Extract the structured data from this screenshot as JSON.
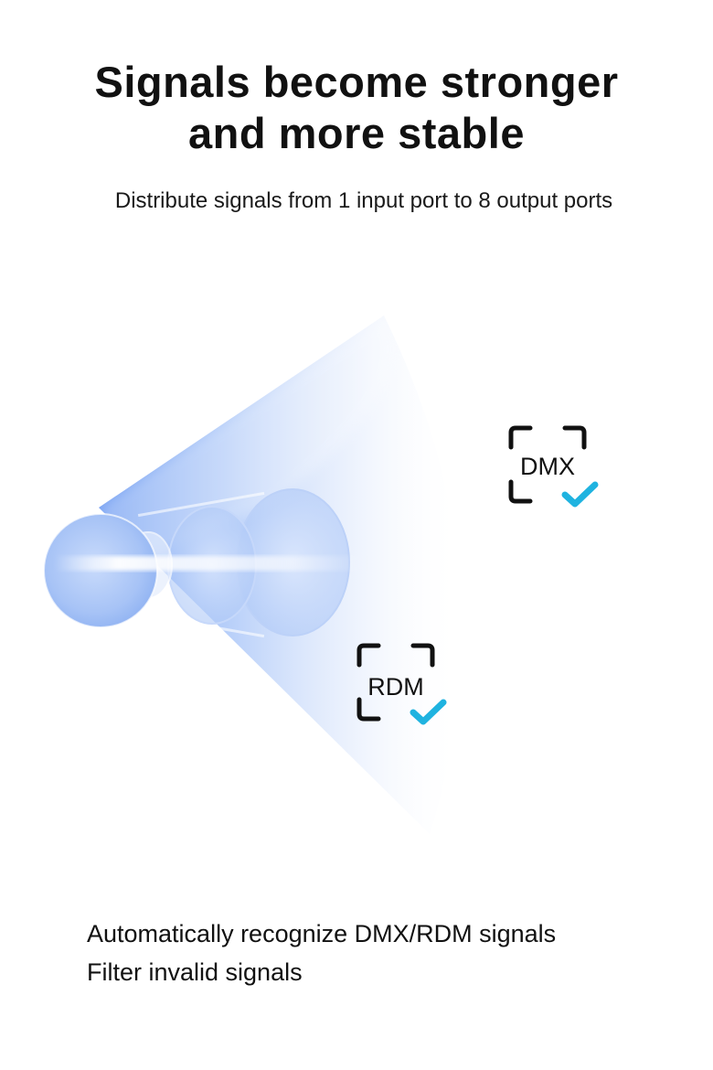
{
  "hero": {
    "title_line1": "Signals become stronger",
    "title_line2": "and more stable",
    "subtitle": "Distribute signals from 1 input port to 8 output ports"
  },
  "badges": [
    {
      "label": "DMX",
      "icon": "check-icon"
    },
    {
      "label": "RDM",
      "icon": "check-icon"
    }
  ],
  "features": [
    "Automatically recognize DMX/RDM signals",
    "Filter invalid signals"
  ],
  "colors": {
    "beam": "#5b8ef0",
    "check": "#1fb3e0",
    "frame": "#111111"
  }
}
